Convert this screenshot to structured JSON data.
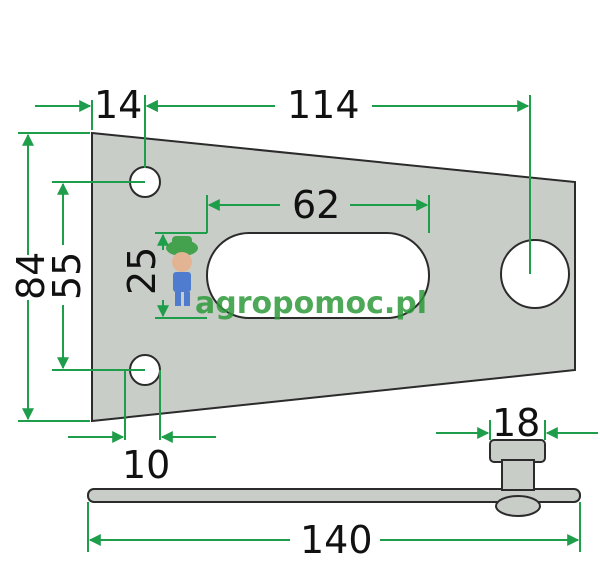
{
  "colors": {
    "part_fill": "#c8cdc7",
    "outline": "#2b2b2b",
    "dimension_line": "#1e9e4a",
    "text": "#111111",
    "watermark_green": "#2e9a3a",
    "watermark_red": "#d63a3a"
  },
  "dimensions": {
    "top_left_offset": "14",
    "top_span": "114",
    "slot_length": "62",
    "slot_width": "25",
    "total_height": "84",
    "hole_spacing": "55",
    "hole_offset_bottom": "10",
    "pin_width": "18",
    "total_length": "140"
  },
  "watermark": {
    "brand_text": "agropomoc.pl",
    "mascot_icon": "farmer-mascot-icon"
  }
}
